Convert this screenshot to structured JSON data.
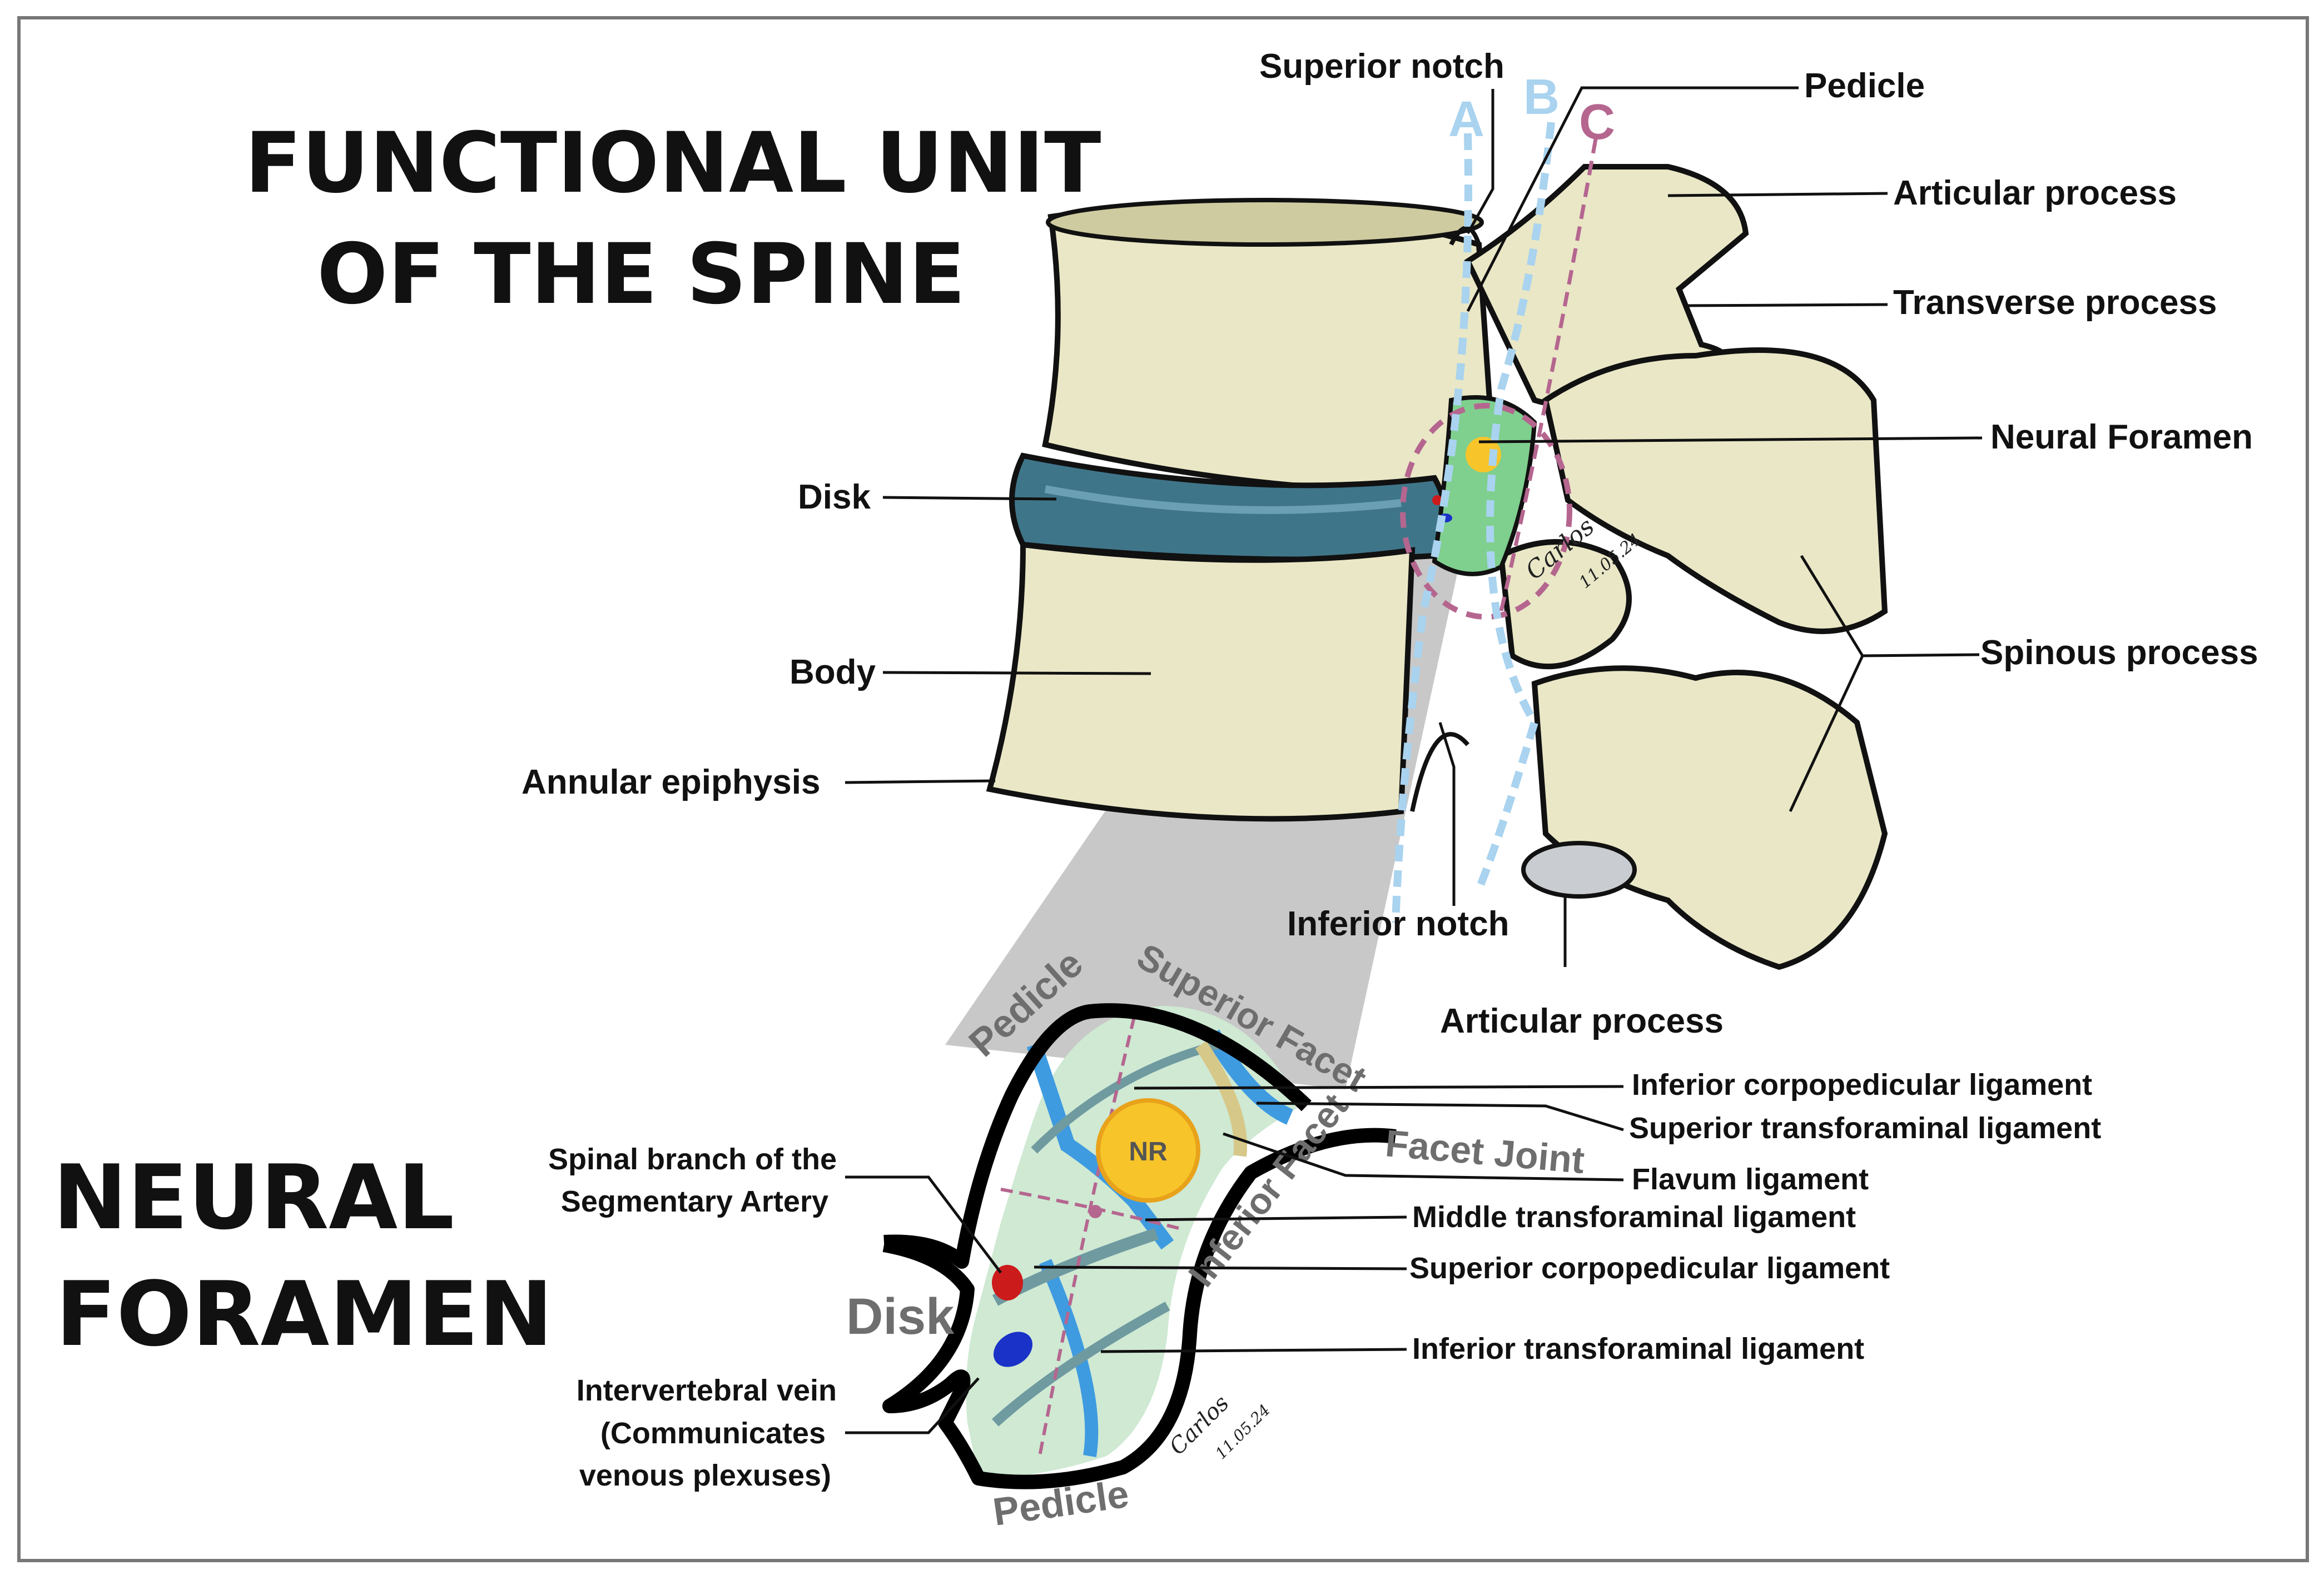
{
  "titles": {
    "functional_line1": "FUNCTIONAL UNIT",
    "functional_line2": "OF THE SPINE",
    "neural_line1": "NEURAL",
    "neural_line2": "FORAMEN"
  },
  "planes": {
    "a": "A",
    "b": "B",
    "c": "C"
  },
  "labels_top": {
    "superior_notch": "Superior notch",
    "pedicle": "Pedicle",
    "articular_process": "Articular process",
    "transverse_process": "Transverse process",
    "neural_foramen": "Neural Foramen",
    "spinous_process": "Spinous process",
    "disk": "Disk",
    "body": "Body",
    "annular_epiphysis": "Annular epiphysis",
    "inferior_notch": "Inferior notch",
    "articular_process_lower": "Articular process"
  },
  "labels_bottom": {
    "inferior_corpopedicular": "Inferior corpopedicular ligament",
    "superior_transforaminal": "Superior transforaminal ligament",
    "flavum": "Flavum ligament",
    "middle_transforaminal": "Middle transforaminal ligament",
    "superior_corpopedicular": "Superior corpopedicular ligament",
    "inferior_transforaminal": "Inferior transforaminal ligament",
    "artery_line1": "Spinal branch of the",
    "artery_line2": "Segmentary Artery",
    "vein_line1": "Intervertebral vein",
    "vein_line2": "(Communicates",
    "vein_line3": "venous plexuses)"
  },
  "foramen_region_labels": {
    "pedicle_top": "Pedicle",
    "superior_facet": "Superior Facet",
    "facet_joint": "Facet Joint",
    "inferior_facet": "Inferior Facet",
    "disk": "Disk",
    "pedicle_bottom": "Pedicle",
    "nerve_root": "NR"
  },
  "signature": {
    "name": "Carlos",
    "date": "11.05.24"
  },
  "colors": {
    "bone": "#e9e7c6",
    "disk": "#3f7589",
    "foramen_fill": "#cfe9d3",
    "ligament_blue": "#3f9be0",
    "ligament_gray": "#6f9aa0",
    "plane_a_b": "#a9d3ef",
    "plane_c": "#b5668f",
    "nerve_root": "#f7c52a",
    "artery": "#cc1b1b",
    "vein": "#1a32c8"
  }
}
